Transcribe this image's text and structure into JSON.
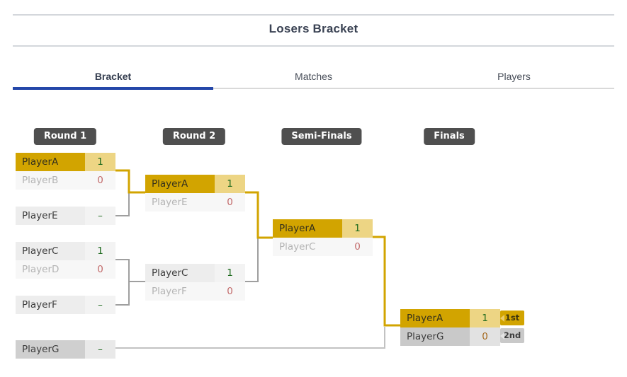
{
  "header": {
    "title": "Losers Bracket"
  },
  "tabs": {
    "bracket": "Bracket",
    "matches": "Matches",
    "players": "Players"
  },
  "round_labels": {
    "r1": "Round 1",
    "r2": "Round 2",
    "semi": "Semi-Finals",
    "finals": "Finals"
  },
  "bracket": {
    "r1_match1": {
      "p1_name": "PlayerA",
      "p1_score": "1",
      "p2_name": "PlayerB",
      "p2_score": "0"
    },
    "r1_bye_e": {
      "name": "PlayerE",
      "score": "–"
    },
    "r1_match2": {
      "p1_name": "PlayerC",
      "p1_score": "1",
      "p2_name": "PlayerD",
      "p2_score": "0"
    },
    "r1_bye_f": {
      "name": "PlayerF",
      "score": "–"
    },
    "r1_bye_g": {
      "name": "PlayerG",
      "score": "–"
    },
    "r2_match1": {
      "p1_name": "PlayerA",
      "p1_score": "1",
      "p2_name": "PlayerE",
      "p2_score": "0"
    },
    "r2_match2": {
      "p1_name": "PlayerC",
      "p1_score": "1",
      "p2_name": "PlayerF",
      "p2_score": "0"
    },
    "semi_match": {
      "p1_name": "PlayerA",
      "p1_score": "1",
      "p2_name": "PlayerC",
      "p2_score": "0"
    },
    "final_match": {
      "p1_name": "PlayerA",
      "p1_score": "1",
      "p2_name": "PlayerG",
      "p2_score": "0"
    },
    "placement_first": "1st",
    "placement_second": "2nd"
  },
  "colors": {
    "winner_path_gold": "#d2a400",
    "winner_score_bg": "#edd584",
    "score_win_green": "#1d6a1d",
    "score_loss_red": "#c26a6a",
    "runner_up_score_brown": "#a5691e",
    "active_tab_underline_blue": "#2447a9",
    "round_badge_bg": "#4f4f4f",
    "connector_gray": "#9f9f9f",
    "connector_light_gray": "#c2c2c2"
  }
}
